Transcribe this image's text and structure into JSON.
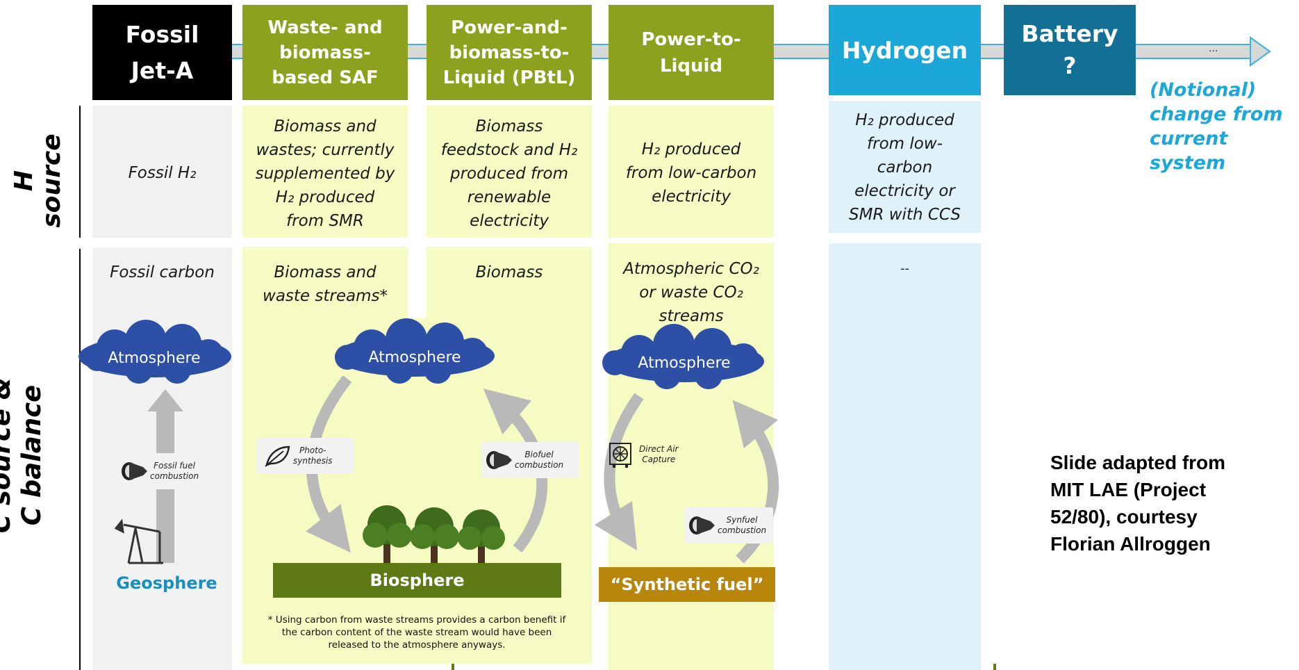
{
  "headers": {
    "fossil": [
      "Fossil",
      "Jet-A"
    ],
    "waste": [
      "Waste- and",
      "biomass-",
      "based SAF"
    ],
    "pbtl": [
      "Power-and-",
      "biomass-to-",
      "Liquid (PBtL)"
    ],
    "ptl": [
      "Power-to-",
      "Liquid"
    ],
    "hydrogen": "Hydrogen",
    "battery": [
      "Battery",
      "?"
    ]
  },
  "arrow_ellipsis": "...",
  "notional_label": [
    "(Notional)",
    "change from",
    "current system"
  ],
  "row_labels": {
    "h_source": [
      "H",
      "source"
    ],
    "c_source": [
      "C source &",
      "C balance"
    ]
  },
  "h_source": {
    "fossil": "Fossil H₂",
    "waste": [
      "Biomass and",
      "wastes; currently",
      "supplemented by",
      "H₂ produced",
      "from SMR"
    ],
    "pbtl": [
      "Biomass",
      "feedstock and H₂",
      "produced from",
      "renewable",
      "electricity"
    ],
    "ptl": [
      "H₂ produced",
      "from low-carbon",
      "electricity"
    ],
    "hydrogen": [
      "H₂ produced",
      "from low-",
      "carbon",
      "electricity or",
      "SMR with CCS"
    ]
  },
  "c_source": {
    "fossil": "Fossil carbon",
    "waste": [
      "Biomass and",
      "waste streams*"
    ],
    "pbtl": "Biomass",
    "ptl": [
      "Atmospheric CO₂",
      "or waste CO₂",
      "streams"
    ],
    "hydrogen": "--"
  },
  "diagram": {
    "atmosphere": "Atmosphere",
    "geosphere": "Geosphere",
    "biosphere": "Biosphere",
    "synthetic_fuel": "“Synthetic fuel”",
    "fossil_fuel_combustion": [
      "Fossil fuel",
      "combustion"
    ],
    "photosynthesis": [
      "Photo-",
      "synthesis"
    ],
    "biofuel_combustion": [
      "Biofuel",
      "combustion"
    ],
    "direct_air_capture": [
      "Direct Air",
      "Capture"
    ],
    "synfuel_combustion": [
      "Synfuel",
      "combustion"
    ]
  },
  "footnote": [
    "* Using carbon from waste streams provides a carbon benefit if",
    "the carbon content of the waste stream would have been",
    "released to the atmosphere anyways."
  ],
  "credit": [
    "Slide adapted from",
    "MIT LAE (Project",
    "52/80), courtesy",
    "Florian Allroggen"
  ],
  "colors": {
    "fossil_header": "#000000",
    "green_header": "#8ca21e",
    "hydrogen_header": "#1ba8d8",
    "battery_header": "#136f94",
    "green_panel": "#f5fbc2",
    "gray_panel": "#f1f1f1",
    "blue_panel": "#dff2fa",
    "cloud": "#2d4fa6",
    "biosphere": "#5d7a14",
    "synthetic_fuel": "#b8860b",
    "notional": "#1ba8d8"
  }
}
